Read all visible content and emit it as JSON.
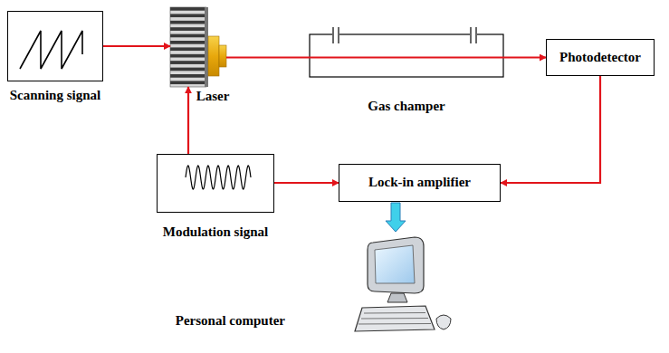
{
  "diagram": {
    "nodes": [
      {
        "text": [
          "Scanning signal"
        ]
      },
      {
        "text": [
          "Laser"
        ]
      },
      {
        "text": [
          "Gas champer"
        ]
      },
      {
        "text": [
          "Photodetector"
        ]
      },
      {
        "text": [
          "Modulation signal"
        ]
      },
      {
        "text": [
          "Lock-in amplifier"
        ]
      },
      {
        "text": [
          "Personal computer"
        ]
      }
    ],
    "edges": [
      {
        "from": 0,
        "to": 1,
        "arrow": "to"
      },
      {
        "from": 1,
        "to": 3,
        "arrow": "to"
      },
      {
        "from": 4,
        "to": 1,
        "arrow": "to"
      },
      {
        "from": 4,
        "to": 5,
        "arrow": "to"
      },
      {
        "from": 3,
        "to": 5,
        "arrow": "to"
      },
      {
        "from": 5,
        "to": 6,
        "arrow": "to"
      }
    ]
  }
}
